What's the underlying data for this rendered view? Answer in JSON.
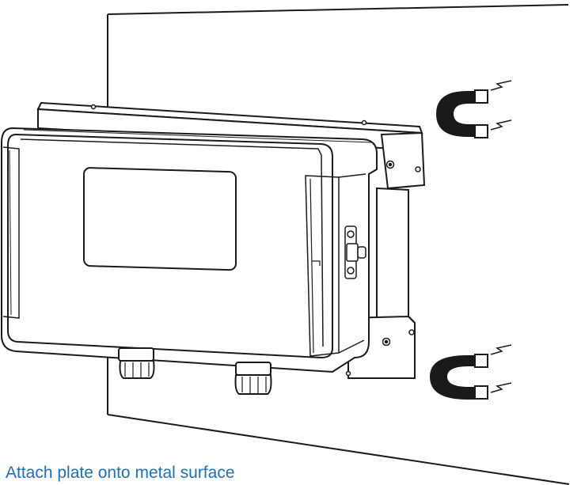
{
  "caption": "Attach plate onto metal surface",
  "colors": {
    "line": "#1a1a1a",
    "caption": "#1f6fb2",
    "background": "#ffffff"
  },
  "illustration": {
    "device": "enclosure-with-display-window",
    "mount": "magnetic-mounting-plate",
    "surface": "metal-surface",
    "magnet_count": 2,
    "cable_gland_count": 2
  }
}
